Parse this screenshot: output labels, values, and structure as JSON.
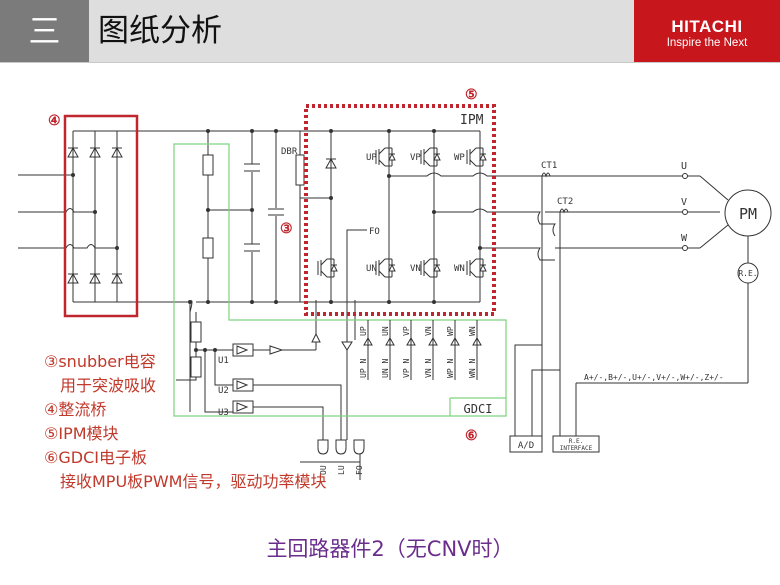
{
  "header": {
    "section_number": "三",
    "title": "图纸分析"
  },
  "logo": {
    "brand": "HITACHI",
    "tagline": "Inspire the Next",
    "color": "#c8161d"
  },
  "diagram": {
    "markers": {
      "m3": "③",
      "m4": "④",
      "m5": "⑤",
      "m6": "⑥"
    },
    "labels": {
      "ipm": "IPM",
      "dbr": "DBR",
      "fo": "FO",
      "up": "UP",
      "vp": "VP",
      "wp": "WP",
      "un": "UN",
      "vn": "VN",
      "wn": "WN",
      "ct1": "CT1",
      "ct2": "CT2",
      "u": "U",
      "v": "V",
      "w": "W",
      "pm": "PM",
      "re": "R.E.",
      "u1": "U1",
      "u2": "U2",
      "u3": "U3",
      "gdci": "GDCI",
      "ad": "A/D",
      "re_interface_1": "R.E.",
      "re_interface_2": "INTERFACE",
      "encoder_signals": "A+/-,B+/-,U+/-,V+/-,W+/-,Z+/-",
      "gate_signals": [
        "UP_N",
        "UN_N",
        "VP_N",
        "VN_N",
        "WP_N",
        "WN_N"
      ],
      "gate_pins": [
        "UP",
        "UN",
        "VP",
        "VN",
        "WP",
        "WN"
      ],
      "bottom_outputs": [
        "OU",
        "LU",
        "FO"
      ]
    },
    "colors": {
      "wire": "#333333",
      "highlight_red": "#c0262d",
      "gdci_green": "#7fd27f"
    }
  },
  "notes": [
    "③snubber电容",
    "　用于突波吸收",
    "④整流桥",
    "⑤IPM模块",
    "⑥GDCI电子板",
    "　接收MPU板PWM信号，驱动功率模块"
  ],
  "caption": "主回路器件2（无CNV时）"
}
